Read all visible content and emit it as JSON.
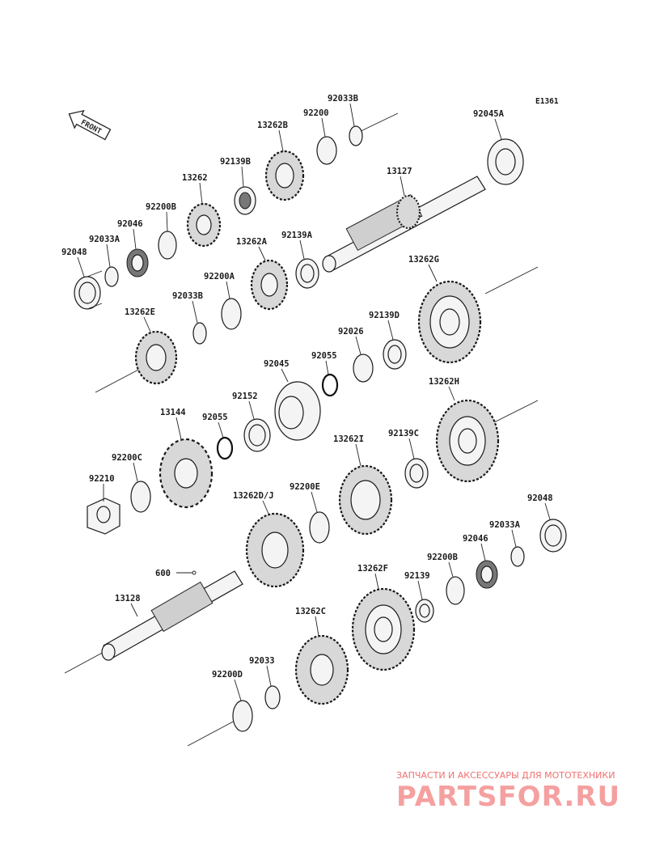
{
  "diagram_code": "E1361",
  "front_arrow_label": "FRONT",
  "labels": {
    "p92048_a": "92048",
    "p92033a_a": "92033A",
    "p92046_a": "92046",
    "p92200b_a": "92200B",
    "p13262": "13262",
    "p92139b": "92139B",
    "p13262b": "13262B",
    "p92200": "92200",
    "p92033b_a": "92033B",
    "p92045a": "92045A",
    "p13127": "13127",
    "p13262a": "13262A",
    "p92139a": "92139A",
    "p92200a": "92200A",
    "p92033b_b": "92033B",
    "p13262e": "13262E",
    "p13262g": "13262G",
    "p92139d": "92139D",
    "p92026": "92026",
    "p92055_a": "92055",
    "p92045": "92045",
    "p92152": "92152",
    "p92055_b": "92055",
    "p13144": "13144",
    "p13262h": "13262H",
    "p92139c": "92139C",
    "p13262i": "13262I",
    "p92200c": "92200C",
    "p92210": "92210",
    "p13262dj": "13262D/J",
    "p92200e": "92200E",
    "p92048_b": "92048",
    "p92033a_b": "92033A",
    "p92046_b": "92046",
    "p92200b_b": "92200B",
    "p600": "600",
    "p13262f": "13262F",
    "p92139": "92139",
    "p13128": "13128",
    "p13262c": "13262C",
    "p92033": "92033",
    "p92200d": "92200D"
  },
  "watermark": {
    "tagline": "ЗАПЧАСТИ И АКСЕССУАРЫ ДЛЯ МОТОТЕХНИКИ",
    "brand": "PARTSFOR.RU"
  }
}
